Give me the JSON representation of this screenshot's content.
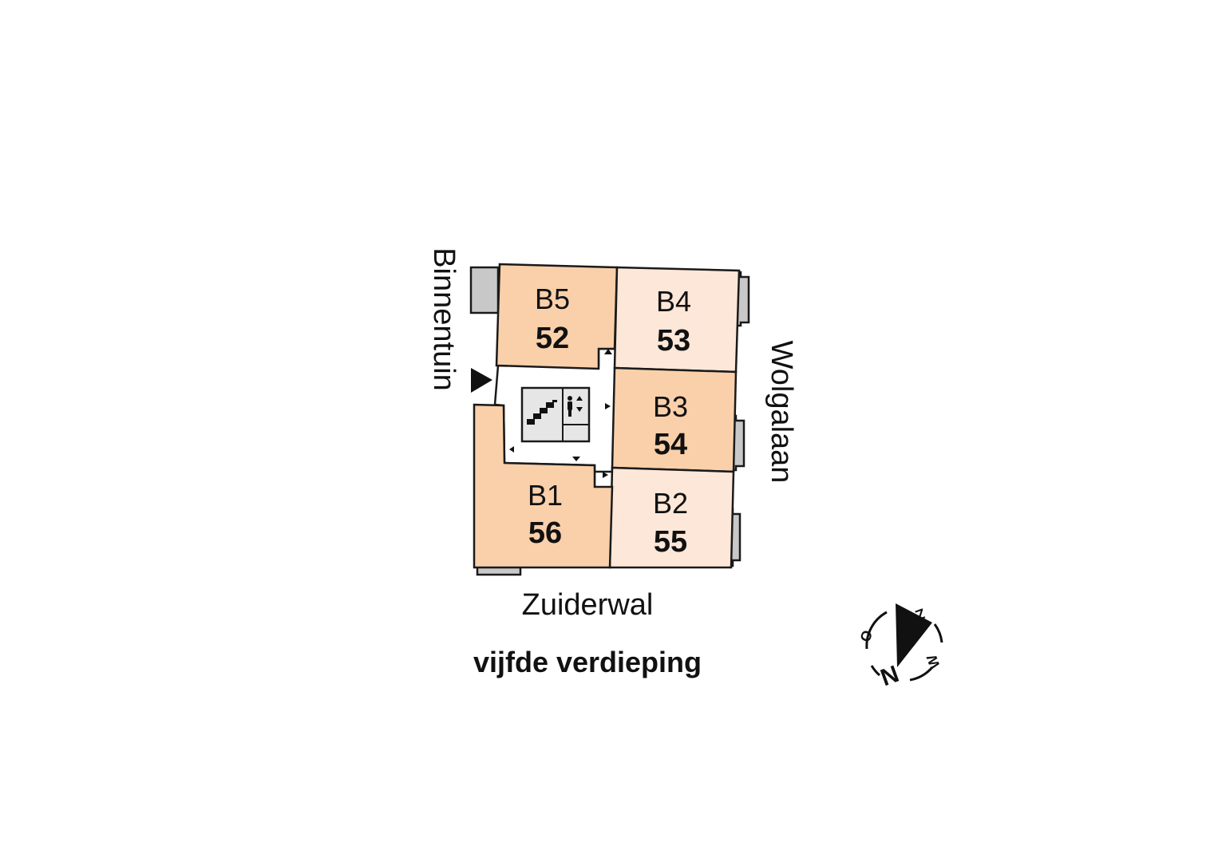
{
  "colors": {
    "unit_dark": "#f9d0aa",
    "unit_light": "#fde7d8",
    "core_gray": "#e6e6e6",
    "balcony_gray": "#c8c8c8",
    "stroke": "#1a1a1a"
  },
  "units": [
    {
      "id": "B5",
      "code": "B5",
      "number": "52",
      "tone": "dark"
    },
    {
      "id": "B4",
      "code": "B4",
      "number": "53",
      "tone": "light"
    },
    {
      "id": "B3",
      "code": "B3",
      "number": "54",
      "tone": "dark"
    },
    {
      "id": "B2",
      "code": "B2",
      "number": "55",
      "tone": "light"
    },
    {
      "id": "B1",
      "code": "B1",
      "number": "56",
      "tone": "dark"
    }
  ],
  "streets": {
    "left": "Binnentuin",
    "right": "Wolgalaan",
    "bottom": "Zuiderwal"
  },
  "floor_label": "vijfde verdieping",
  "compass": {
    "north": "N",
    "east": "O",
    "south": "Z",
    "west": "W"
  },
  "icons": [
    "entrance-arrow-icon",
    "stairs-icon",
    "elevator-icon",
    "compass-icon"
  ]
}
